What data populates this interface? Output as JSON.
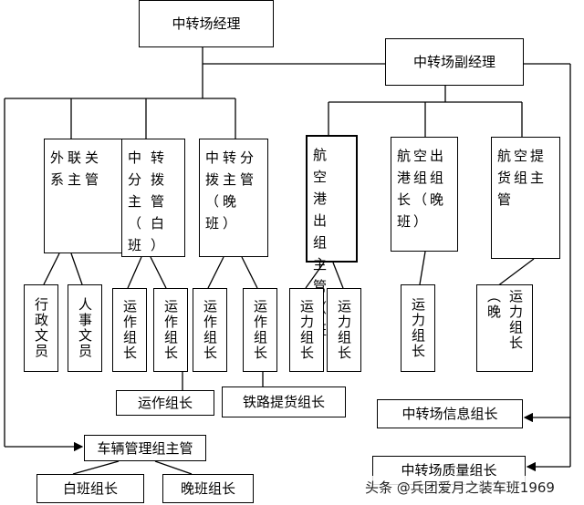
{
  "nodes": {
    "manager": "中转场经理",
    "deputy_manager": "中转场副经理",
    "liaison_head": "外联关系主管",
    "sort_head_day": "中转分拨主管（白班）",
    "sort_head_night": "中转分拨主管（晚班）",
    "air_out_head_day": "航空港出组主管（白班）",
    "air_out_leader_night": "航空出港组组长（晚班）",
    "air_pickup_head": "航空提货组主管",
    "admin_clerk": "行政文员",
    "hr_clerk": "人事文员",
    "ops_leader_1": "运作组长",
    "ops_leader_2": "运作组长",
    "ops_leader_3": "运作组长",
    "ops_leader_4": "运作组长",
    "ops_leader_bottom": "运作组长",
    "rail_pickup_leader": "铁路提货组长",
    "transport_leader_1": "运力组长",
    "transport_leader_2": "运力组长",
    "transport_leader_3": "运力组长",
    "transport_leader_night": "运力组长（晚",
    "info_leader": "中转场信息组长",
    "vehicle_head": "车辆管理组主管",
    "quality_leader": "中转场质量组长",
    "day_leader": "白班组长",
    "night_leader": "晚班组长"
  },
  "watermark": "头条 @兵团爱月之装车班1969"
}
